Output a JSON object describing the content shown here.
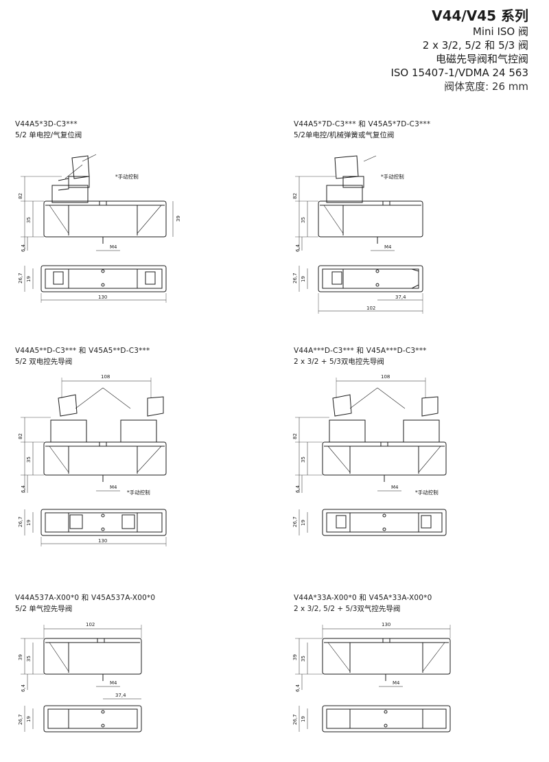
{
  "header": {
    "series": "V44/V45 系列",
    "line1": "Mini ISO 阀",
    "line2": "2 x 3/2, 5/2 和 5/3 阀",
    "line3": "电磁先导阀和气控阀",
    "line4": "ISO 15407-1/VDMA 24 563",
    "line5": "阀体宽度: 26 mm"
  },
  "sections": [
    {
      "code": "V44A5*3D-C3***",
      "desc": "5/2 单电控/气复位阀",
      "dims": {
        "h82": "82",
        "h35": "35",
        "h39": "39",
        "h64": "6,4",
        "m4": "M4",
        "w267": "26,7",
        "w19": "19",
        "len": "130"
      },
      "note": "*手动控制"
    },
    {
      "code": "V44A5*7D-C3***  和 V45A5*7D-C3***",
      "desc": "5/2单电控/机械弹簧或气复位阀",
      "dims": {
        "h82": "82",
        "h35": "35",
        "h64": "6,4",
        "m4": "M4",
        "w267": "26,7",
        "w19": "19",
        "len": "102",
        "l374": "37,4"
      },
      "note": "*手动控制"
    },
    {
      "code": "V44A5**D-C3*** 和 V45A5**D-C3***",
      "desc": "5/2 双电控先导阀",
      "dims": {
        "top": "108",
        "h82": "82",
        "h35": "35",
        "h64": "6,4",
        "m4": "M4",
        "w267": "26,7",
        "w19": "19",
        "len": "130"
      },
      "note": "*手动控制"
    },
    {
      "code": "V44A***D-C3*** 和 V45A***D-C3***",
      "desc": "2 x 3/2 + 5/3双电控先导阀",
      "dims": {
        "top": "108",
        "h82": "82",
        "h35": "35",
        "h64": "6,4",
        "m4": "M4",
        "w267": "26,7",
        "w19": "19"
      },
      "note": "*手动控制"
    },
    {
      "code": "V44A537A-X00*0 和 V45A537A-X00*0",
      "desc": "5/2 单气控先导阀",
      "dims": {
        "top": "102",
        "h39": "39",
        "h35": "35",
        "h64": "6,4",
        "m4": "M4",
        "l374": "37,4",
        "w267": "26,7",
        "w19": "19"
      }
    },
    {
      "code": "V44A*33A-X00*0 和 V45A*33A-X00*0",
      "desc": "2 x 3/2, 5/2 + 5/3双气控先导阀",
      "dims": {
        "top": "130",
        "h39": "39",
        "h35": "35",
        "h64": "6,4",
        "m4": "M4",
        "w267": "26,7",
        "w19": "19"
      }
    }
  ]
}
